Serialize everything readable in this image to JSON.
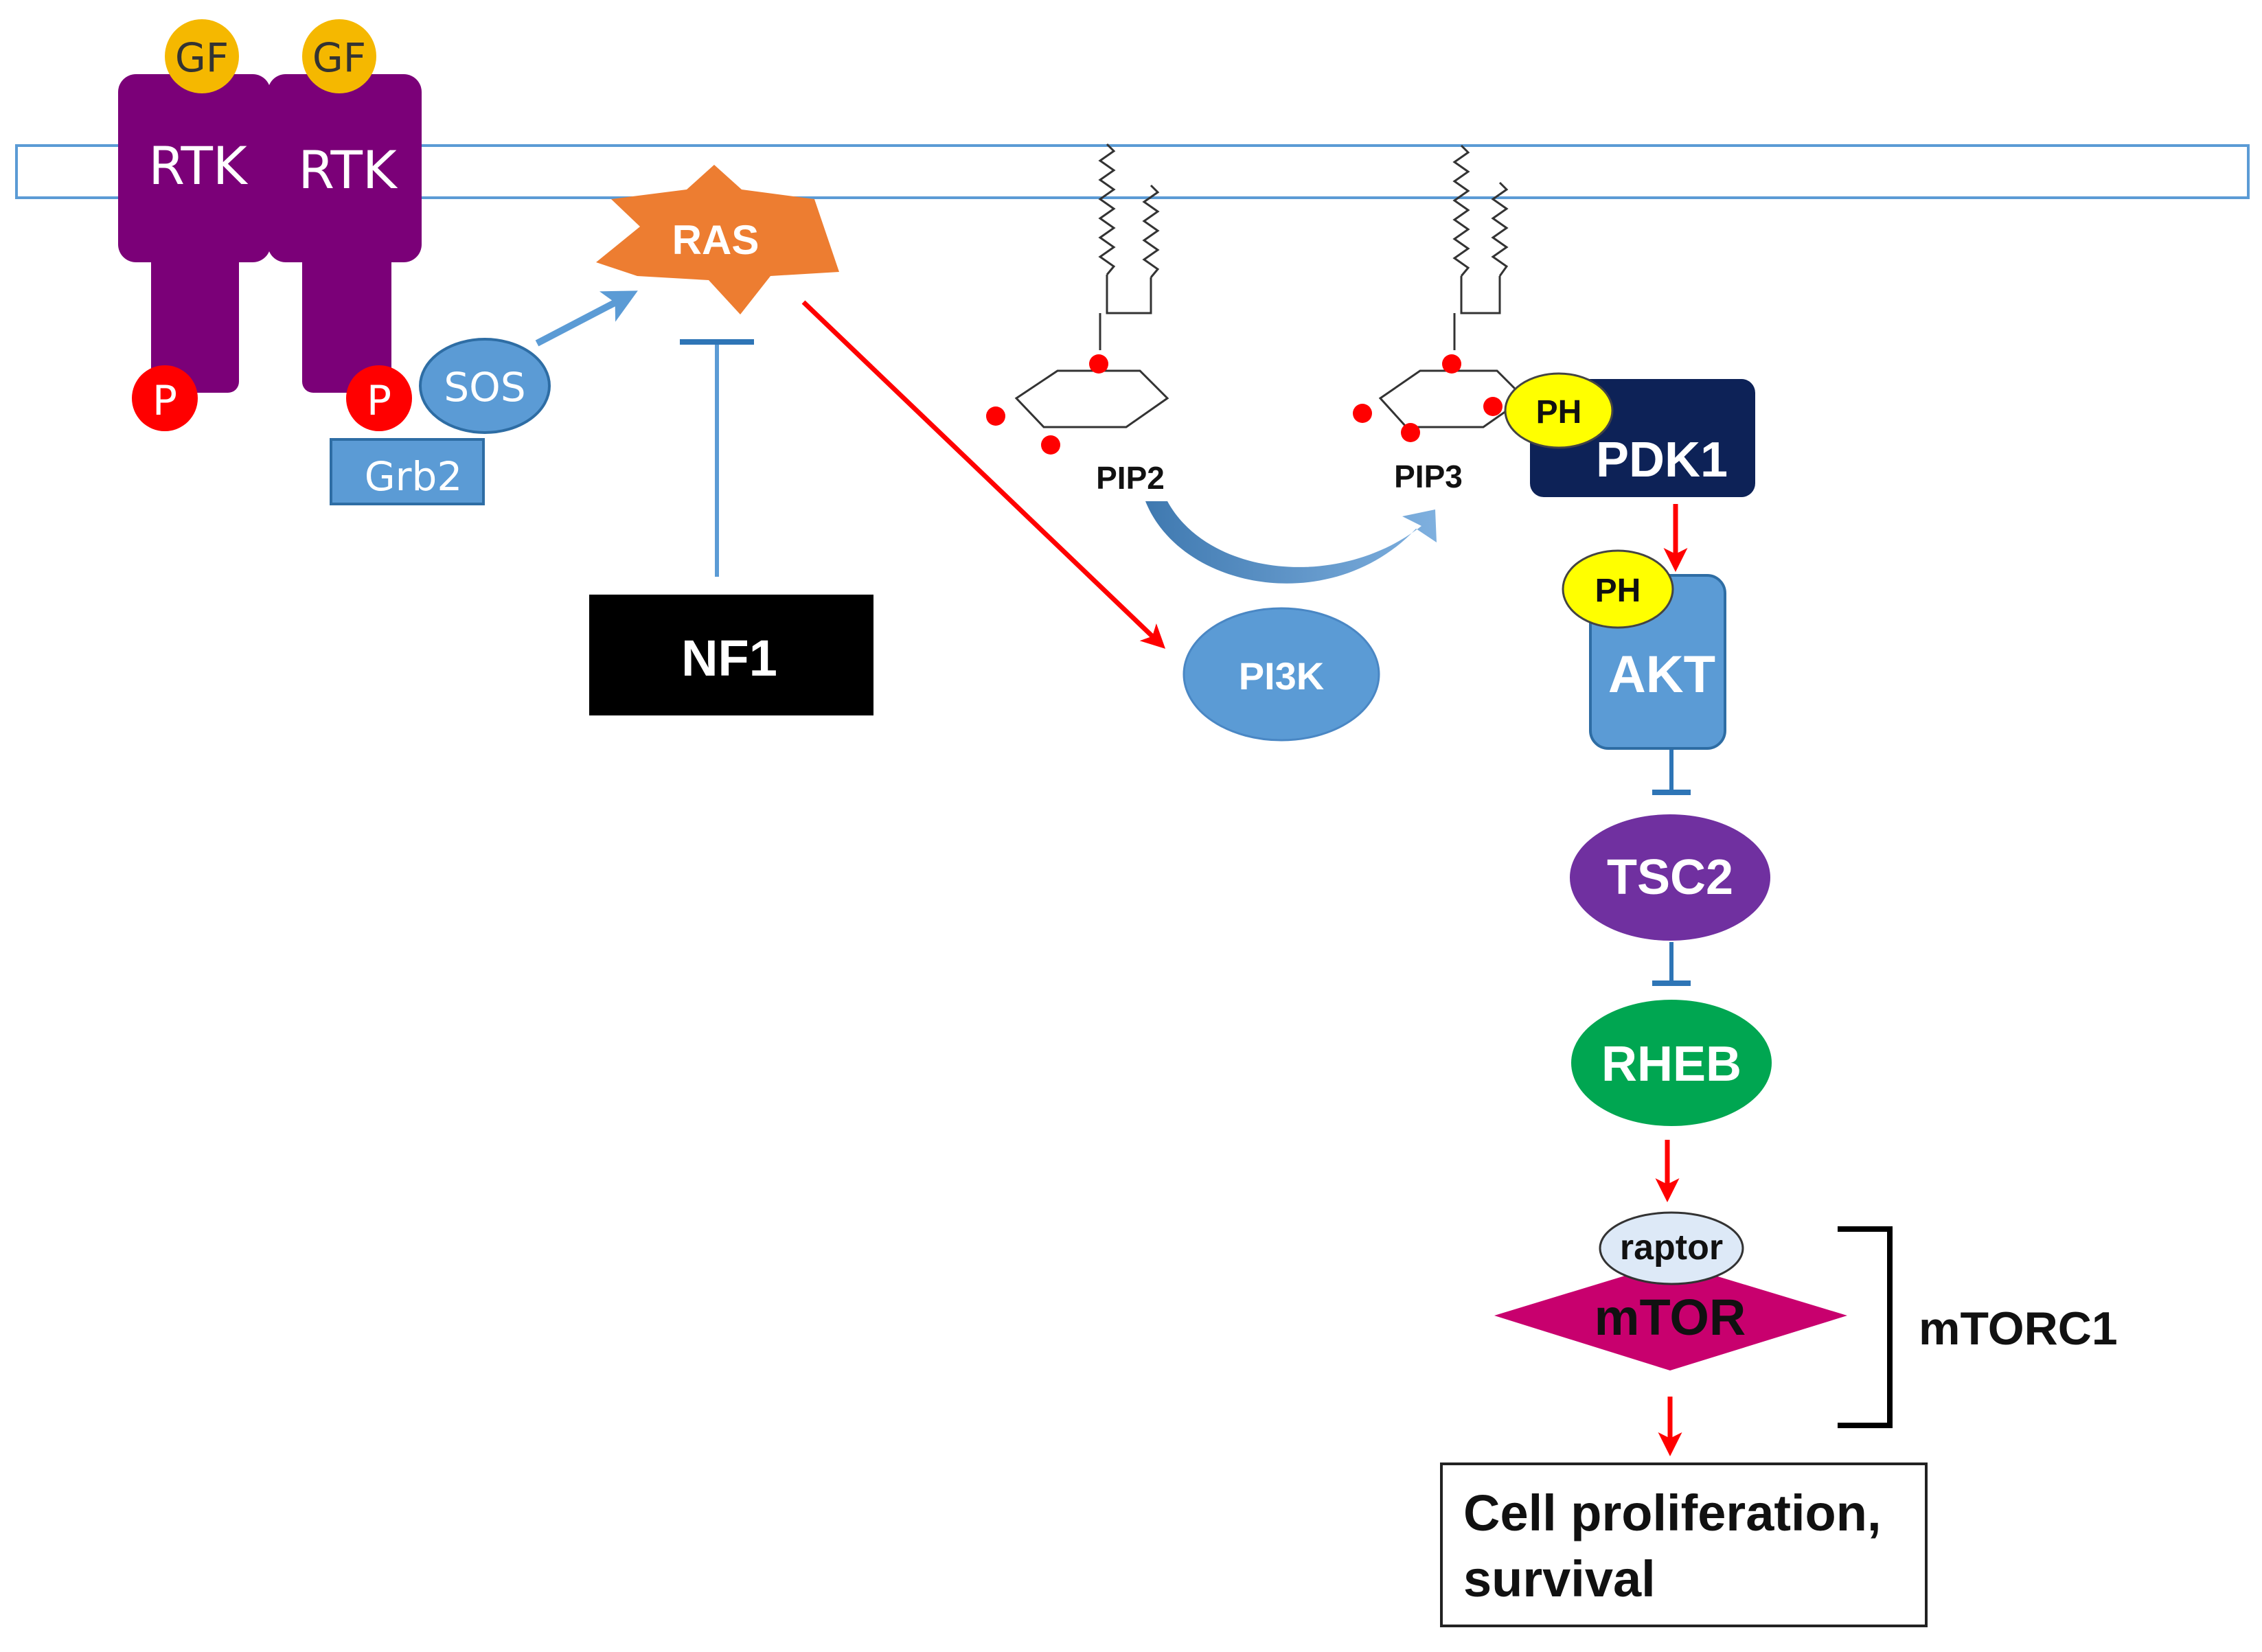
{
  "labels": {
    "gf": "GF",
    "rtk": "RTK",
    "p": "P",
    "sos": "SOS",
    "grb2": "Grb2",
    "ras": "RAS",
    "nf1": "NF1",
    "pip2": "PIP2",
    "pip3": "PIP3",
    "pi3k": "PI3K",
    "ph": "PH",
    "pdk1": "PDK1",
    "akt": "AKT",
    "tsc2": "TSC2",
    "rheb": "RHEB",
    "raptor": "raptor",
    "mtor": "mTOR",
    "mtorc1": "mTORC1",
    "outcome_line1": "Cell proliferation,",
    "outcome_line2": "survival"
  },
  "colors": {
    "membrane": "#5b9bd5",
    "rtk": "#7b0078",
    "gf": "#f5b800",
    "phospho": "#ff0000",
    "adaptor_blue": "#5b9bd5",
    "ras": "#ed7d31",
    "nf1": "#000000",
    "pdk1": "#0d2257",
    "ph": "#ffff00",
    "akt": "#5b9bd5",
    "tsc2": "#7030a0",
    "rheb": "#00a651",
    "mtor": "#c8006e",
    "raptor": "#dde9f7",
    "activation_arrow": "#ff0000",
    "inhibition_bar": "#2e75b6",
    "sos_arrow": "#5b9bd5"
  }
}
